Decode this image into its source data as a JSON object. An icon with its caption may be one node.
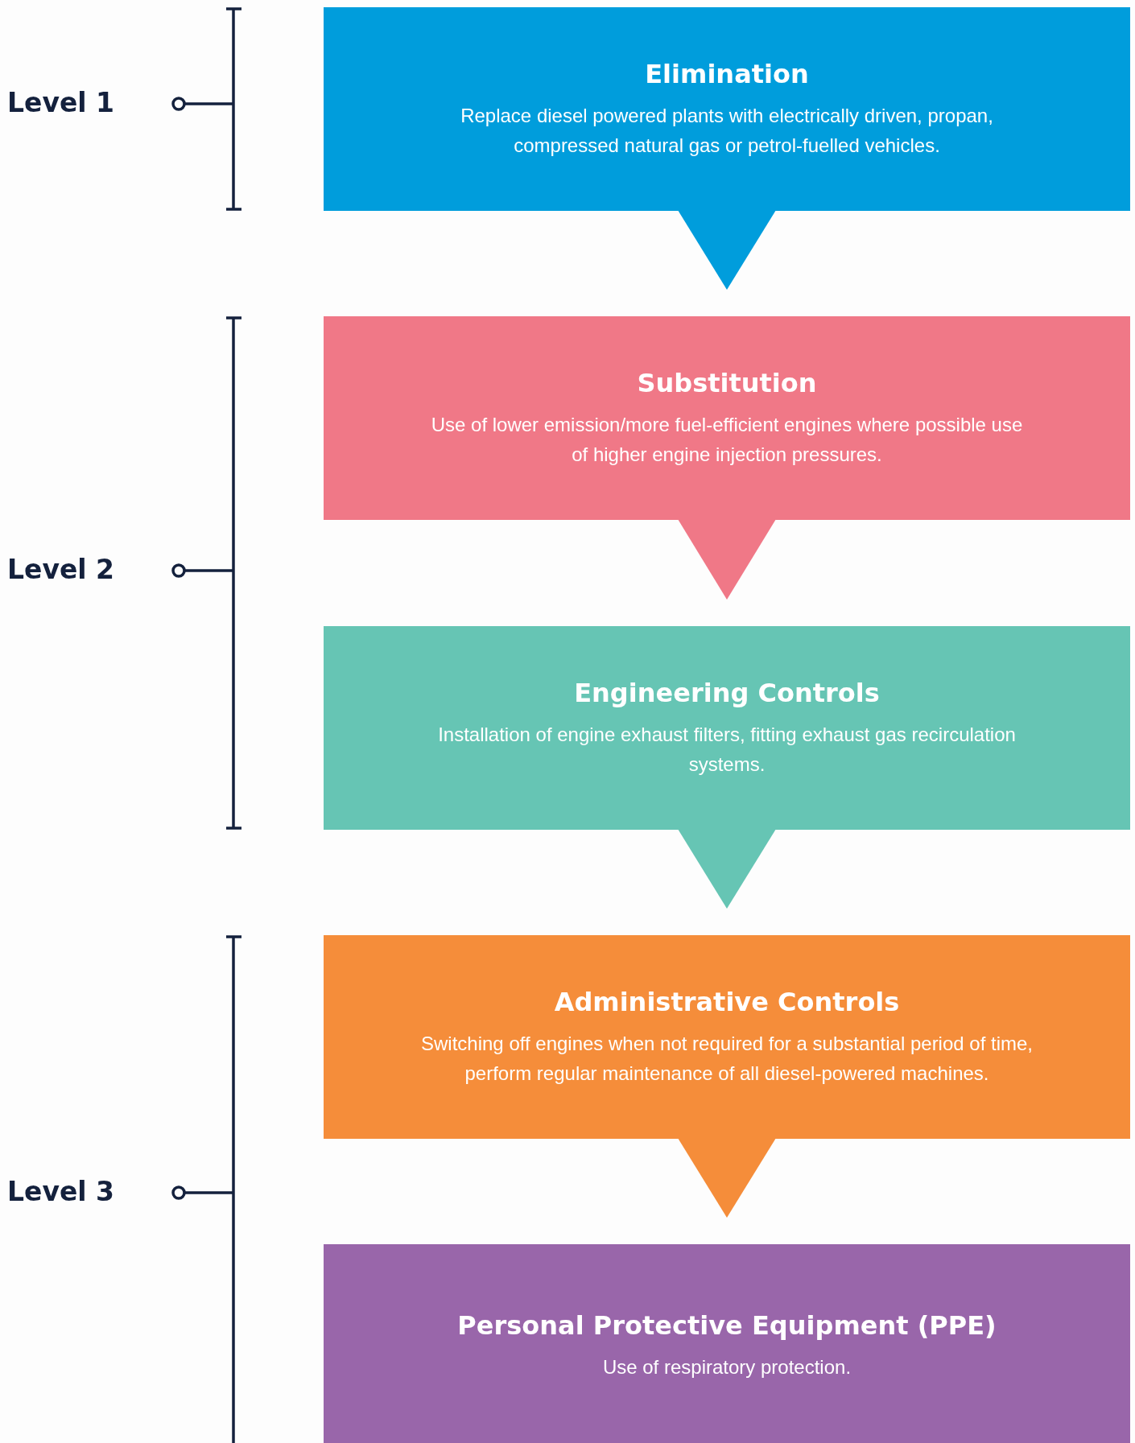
{
  "diagram": {
    "nodes": [
      {
        "text": [
          "Elimination",
          "Replace diesel powered plants with electrically driven, propan, compressed natural gas or petrol-fuelled vehicles."
        ]
      },
      {
        "text": [
          "Substitution",
          "Use of lower emission/more fuel-efficient engines where possible use of higher engine injection pressures."
        ]
      },
      {
        "text": [
          "Engineering Controls",
          "Installation of engine exhaust filters, fitting exhaust gas recirculation systems."
        ]
      },
      {
        "text": [
          "Administrative Controls",
          "Switching off engines when not required for a substantial period of time, perform regular maintenance of all diesel-powered machines."
        ]
      },
      {
        "text": [
          "Personal Protective Equipment (PPE)",
          "Use of respiratory protection."
        ]
      }
    ],
    "edges": [
      {
        "from": 0,
        "to": 1,
        "arrow": "to",
        "color": "#009ddc"
      },
      {
        "from": 1,
        "to": 2,
        "arrow": "to",
        "color": "#f07887"
      },
      {
        "from": 2,
        "to": 3,
        "arrow": "to",
        "color": "#66c5b4"
      },
      {
        "from": 3,
        "to": 4,
        "arrow": "to",
        "color": "#f58d3a"
      }
    ],
    "labels": [
      "Level 1",
      "Level 2",
      "Level 3"
    ]
  }
}
